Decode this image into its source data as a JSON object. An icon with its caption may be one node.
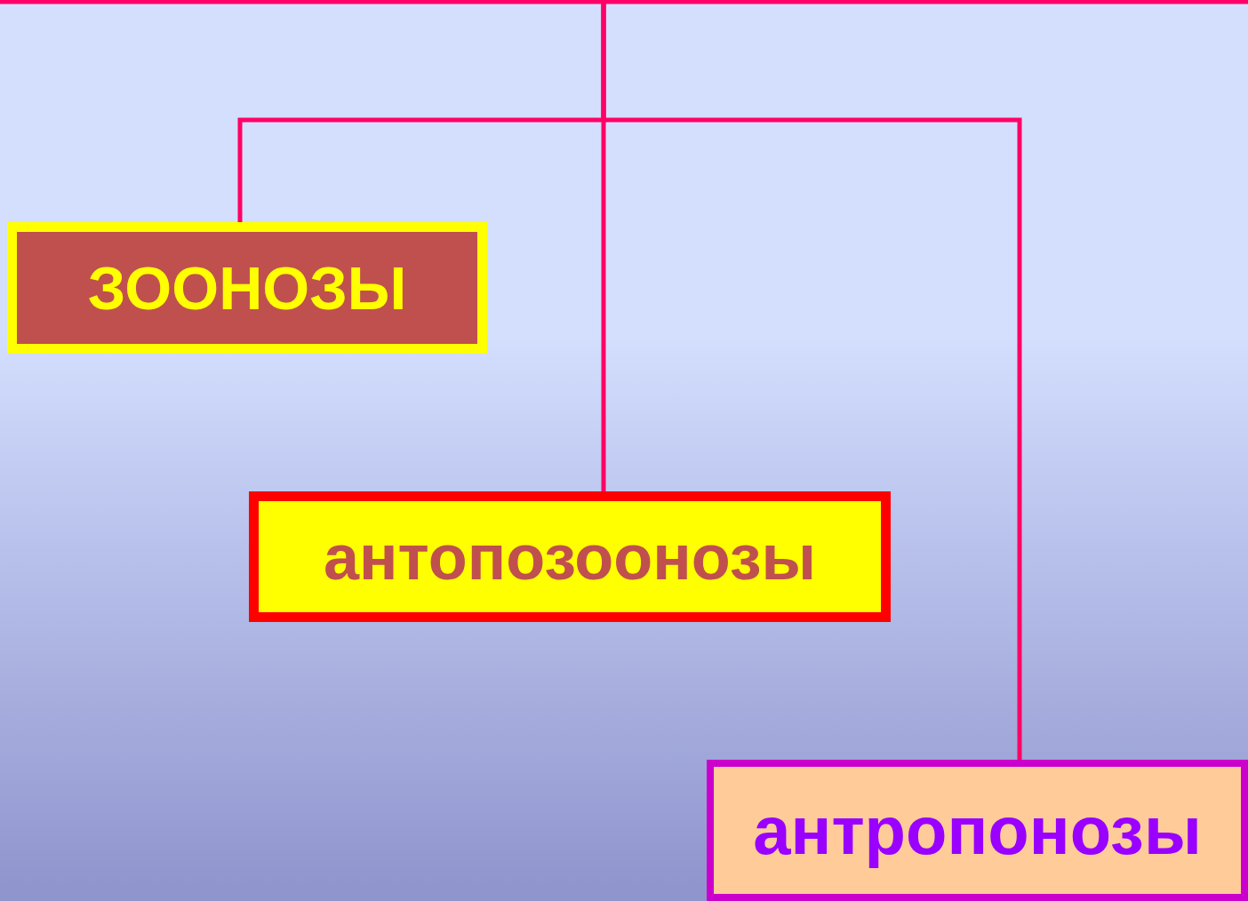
{
  "diagram": {
    "nodes": [
      {
        "text": [
          "ЗООНОЗЫ"
        ]
      },
      {
        "text": [
          "антопозоонозы"
        ]
      },
      {
        "text": [
          "антропонозы"
        ]
      }
    ],
    "edges": [
      {
        "from": null,
        "to": 0,
        "arrow": "none"
      },
      {
        "from": null,
        "to": 1,
        "arrow": "none"
      },
      {
        "from": null,
        "to": 2,
        "arrow": "none"
      }
    ]
  }
}
